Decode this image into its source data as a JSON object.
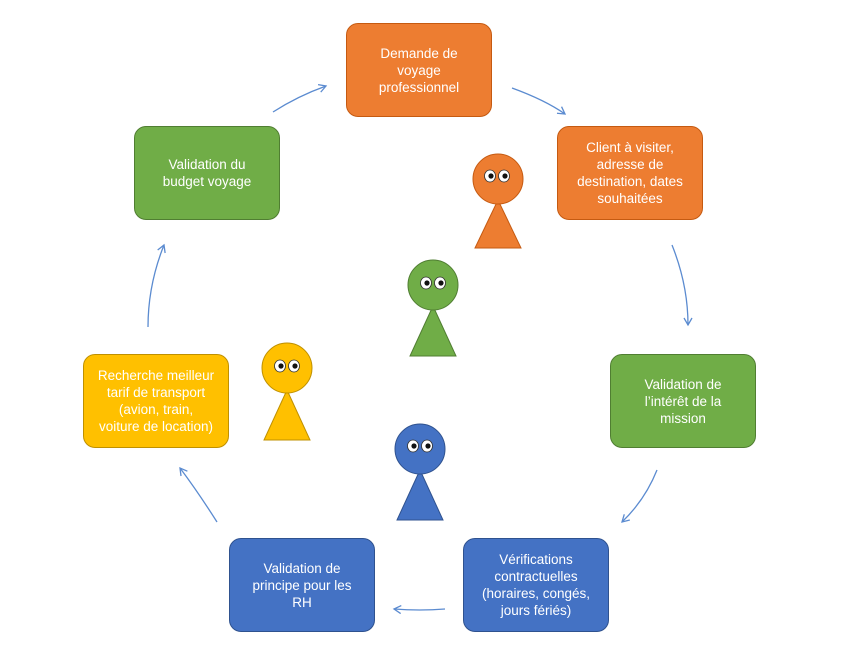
{
  "colors": {
    "orange": "#ed7d31",
    "green": "#70ad47",
    "blue": "#4472c4",
    "yellow": "#ffc000",
    "arrow": "#5b8bd0"
  },
  "steps": [
    {
      "id": "demande",
      "label": "Demande de\nvoyage\nprofessionnel",
      "color": "orange"
    },
    {
      "id": "client",
      "label": "Client à visiter,\nadresse de\ndestination, dates\nsouhaitées",
      "color": "orange"
    },
    {
      "id": "interet",
      "label": "Validation de\nl’intérêt de la\nmission",
      "color": "green"
    },
    {
      "id": "verif",
      "label": "Vérifications\ncontractuelles\n(horaires, congés,\njours fériés)",
      "color": "blue"
    },
    {
      "id": "rh",
      "label": "Validation de\nprincipe pour les\nRH",
      "color": "blue"
    },
    {
      "id": "recherche",
      "label": "Recherche meilleur\ntarif de transport\n(avion, train,\nvoiture de location)",
      "color": "yellow"
    },
    {
      "id": "budget",
      "label": "Validation du\nbudget voyage",
      "color": "green"
    }
  ],
  "figures": [
    {
      "name": "orange-figure",
      "color": "orange"
    },
    {
      "name": "green-figure",
      "color": "green"
    },
    {
      "name": "yellow-figure",
      "color": "yellow"
    },
    {
      "name": "blue-figure",
      "color": "blue"
    }
  ]
}
